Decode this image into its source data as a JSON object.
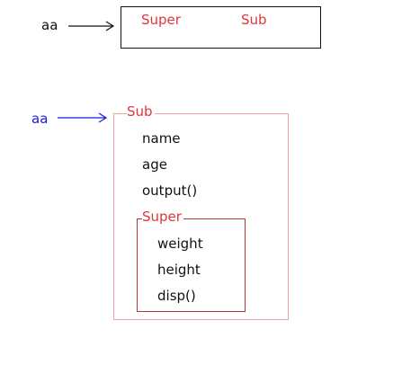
{
  "top_diagram": {
    "variable_label": "aa",
    "box_labels": {
      "left": "Super",
      "right": "Sub"
    },
    "colors": {
      "variable": "#111111",
      "arrow": "#111111",
      "box_border": "#111111",
      "box_text": "#e0353b"
    }
  },
  "bottom_diagram": {
    "variable_label": "aa",
    "outer_box": {
      "title": "Sub",
      "members": [
        "name",
        "age",
        "output()"
      ]
    },
    "inner_box": {
      "title": "Super",
      "members": [
        "weight",
        "height",
        "disp()"
      ]
    },
    "colors": {
      "variable": "#1a1ad6",
      "arrow": "#1a1ad6",
      "outer_border": "#f0a0a0",
      "inner_border": "#b8323a",
      "title_text": "#e0353b",
      "member_text": "#111111"
    }
  }
}
